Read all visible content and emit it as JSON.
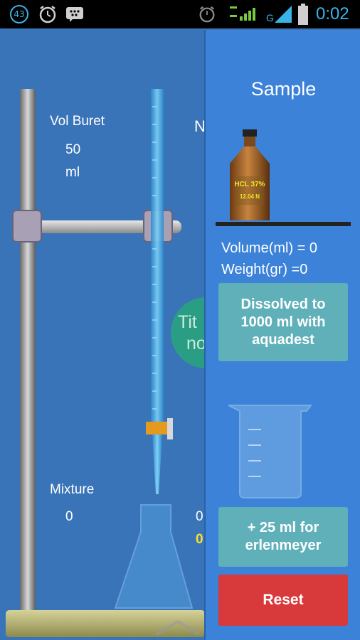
{
  "status_bar": {
    "notification_count": "43",
    "time": "0:02"
  },
  "left": {
    "vol_buret_label": "Vol Buret",
    "vol_buret_value": "50",
    "vol_buret_unit": "ml",
    "mixture_label": "Mixture",
    "mixture_value": "0",
    "right_value_white": "0",
    "right_value_yellow": "0",
    "partial_letter": "N",
    "titrate_button_line1": "Tit",
    "titrate_button_line2": "no"
  },
  "sample_panel": {
    "title": "Sample",
    "bottle_label_line1": "HCL 37%",
    "bottle_label_line2": "12.04 N",
    "volume_text": "Volume(ml) = 0",
    "weight_text": "Weight(gr) =0",
    "dissolve_button": [
      "Dissolved to",
      "1000 ml with",
      "aquadest"
    ],
    "add_button": [
      "+ 25 ml for",
      "erlenmeyer"
    ],
    "reset_button": "Reset"
  },
  "colors": {
    "background": "#3a74b8",
    "panel": "#3b82d8",
    "teal_button": "#5fb0b9",
    "reset_button": "#d8393b",
    "status_icons": "#38b4e8",
    "yellow_value": "#ffe033"
  }
}
